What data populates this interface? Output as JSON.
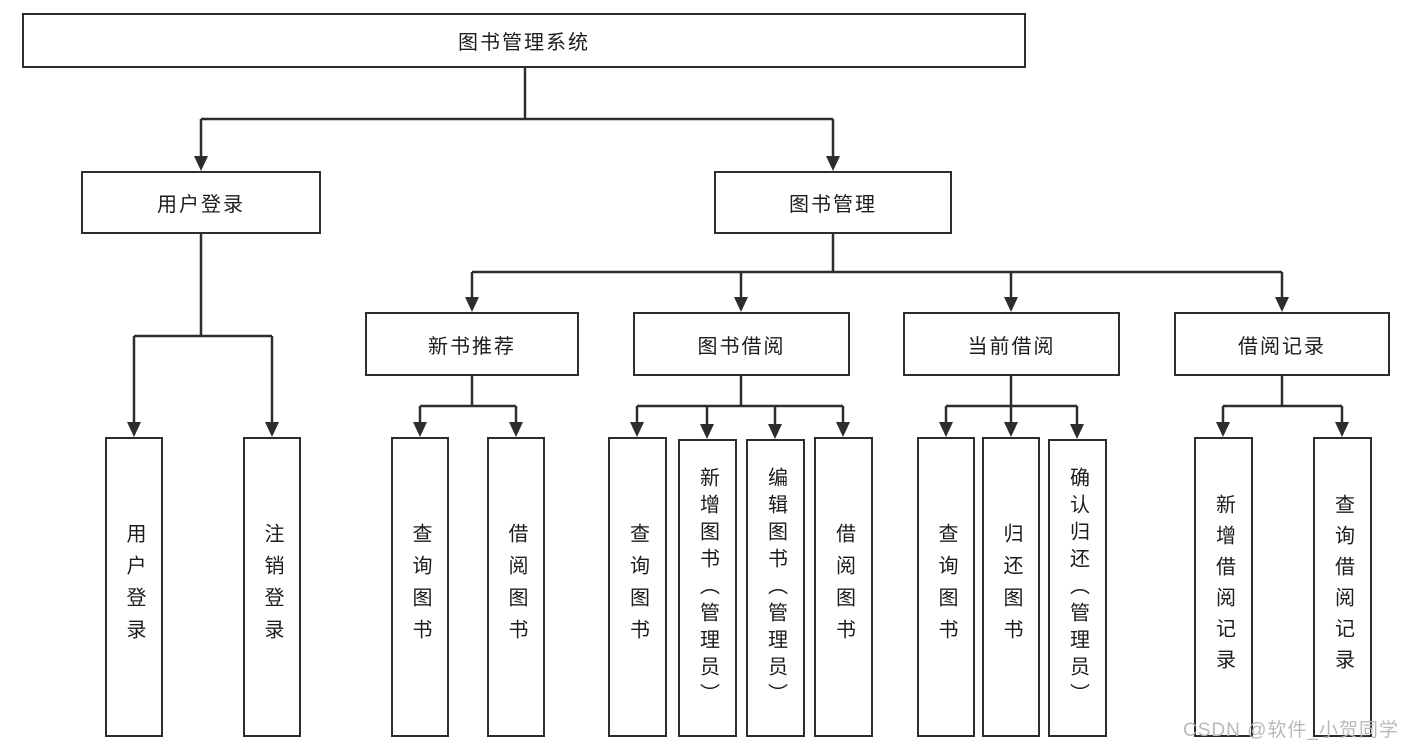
{
  "diagram": {
    "title": "图书管理系统",
    "nodes": {
      "root": "图书管理系统",
      "level2": [
        "用户登录",
        "图书管理"
      ],
      "level3": [
        "新书推荐",
        "图书借阅",
        "当前借阅",
        "借阅记录"
      ],
      "leaves_user_login": [
        "用户登录",
        "注销登录"
      ],
      "leaves_new_book": [
        "查询图书",
        "借阅图书"
      ],
      "leaves_book_borrow": [
        "查询图书",
        "新增图书（管理员）",
        "编辑图书（管理员）",
        "借阅图书"
      ],
      "leaves_current_borrow": [
        "查询图书",
        "归还图书",
        "确认归还（管理员）"
      ],
      "leaves_borrow_record": [
        "新增借阅记录",
        "查询借阅记录"
      ]
    },
    "colors": {
      "line": "#2d2d2d",
      "box_border": "#2d2d2d",
      "background": "#ffffff",
      "text": "#1c1c1c",
      "watermark": "#b9b9b9"
    }
  },
  "watermark": "CSDN @软件_小贺同学"
}
